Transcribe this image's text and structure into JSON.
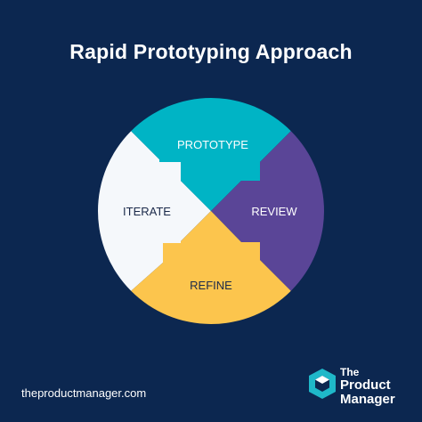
{
  "title": "Rapid Prototyping Approach",
  "segments": {
    "prototype": {
      "label": "PROTOTYPE",
      "color": "#00b4c5"
    },
    "review": {
      "label": "REVIEW",
      "color": "#5a4597"
    },
    "refine": {
      "label": "REFINE",
      "color": "#fcc54d"
    },
    "iterate": {
      "label": "ITERATE",
      "color": "#f5f8fb"
    }
  },
  "colors": {
    "background": "#0c2750",
    "text_dark": "#1b2a4a",
    "text_light": "#ffffff"
  },
  "footer": {
    "url": "theproductmanager.com"
  },
  "brand": {
    "line1": "The",
    "line2": "Product",
    "line3": "Manager"
  }
}
